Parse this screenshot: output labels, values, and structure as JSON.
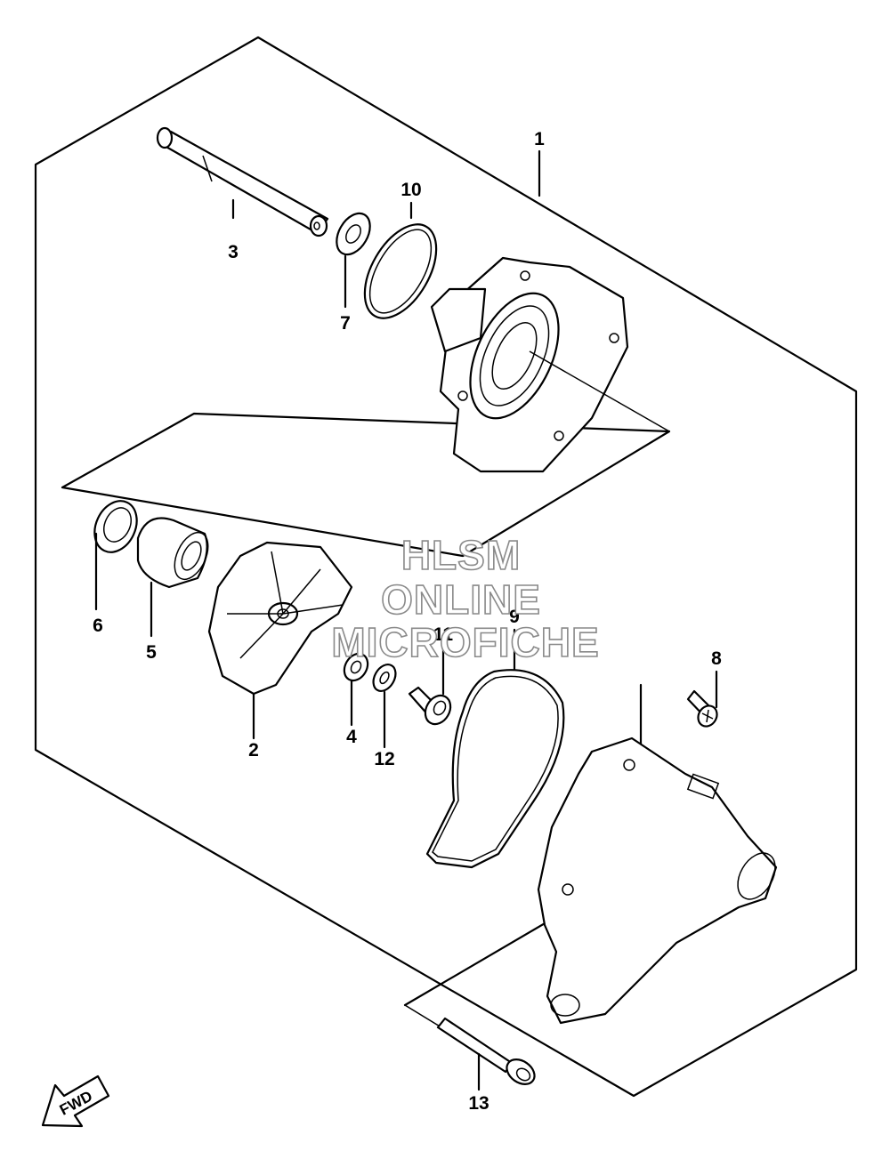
{
  "callouts": [
    {
      "id": "1",
      "text": "1"
    },
    {
      "id": "2",
      "text": "2"
    },
    {
      "id": "3",
      "text": "3"
    },
    {
      "id": "4",
      "text": "4"
    },
    {
      "id": "5",
      "text": "5"
    },
    {
      "id": "6",
      "text": "6"
    },
    {
      "id": "7",
      "text": "7"
    },
    {
      "id": "8",
      "text": "8"
    },
    {
      "id": "9",
      "text": "9"
    },
    {
      "id": "10",
      "text": "10"
    },
    {
      "id": "11",
      "text": "11"
    },
    {
      "id": "12",
      "text": "12"
    },
    {
      "id": "13",
      "text": "13"
    }
  ],
  "watermark": {
    "line1": "HLSM",
    "line2": "ONLINE",
    "line3": "MICROFICHE"
  },
  "direction_arrow": {
    "text": "FWD",
    "icon": "fwd-arrow-icon"
  }
}
